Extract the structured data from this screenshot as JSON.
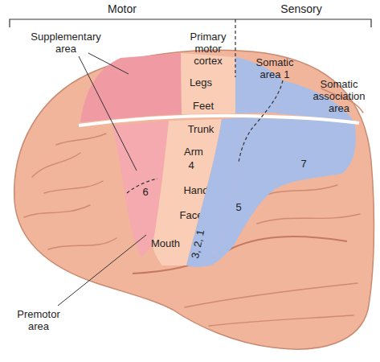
{
  "diagram": {
    "nodes": [
      {
        "text": [
          "6"
        ]
      },
      {
        "text": [
          "Primary motor cortex",
          "Legs",
          "Feet",
          "Trunk",
          "Arm",
          "4",
          "Hand",
          "Face",
          "Mouth"
        ]
      },
      {
        "text": [
          "Somatic area 1",
          "3, 2, 1"
        ]
      },
      {
        "text": [
          "Somatic association area",
          "5",
          "7"
        ]
      }
    ],
    "labels": [
      "Motor",
      "Sensory",
      "Supplementary area",
      "Premotor area"
    ]
  }
}
